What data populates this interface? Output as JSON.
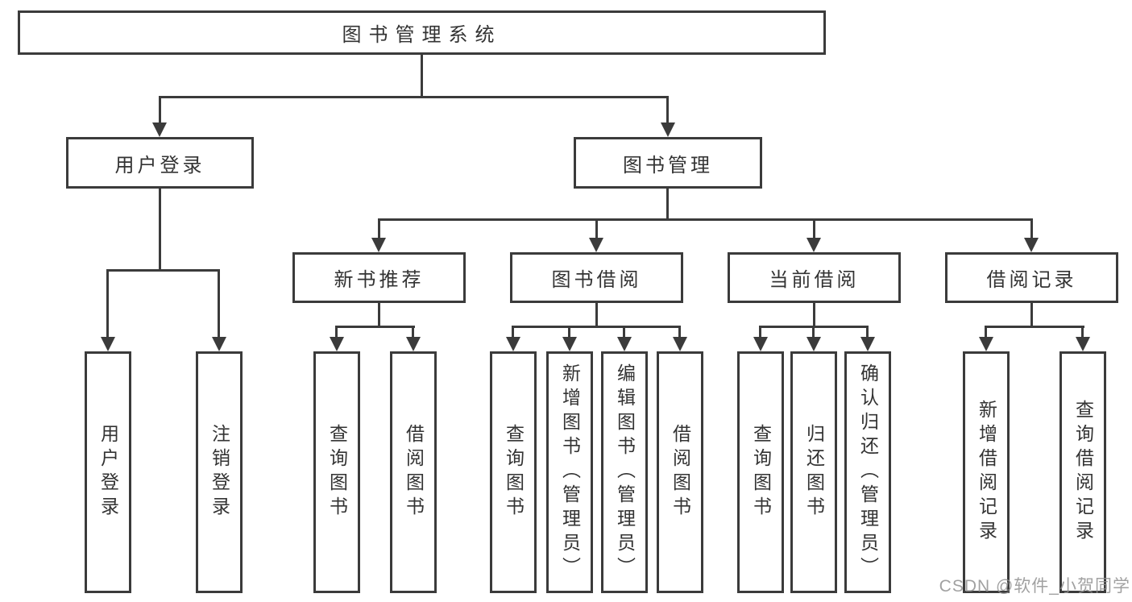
{
  "tree": {
    "label": "图书管理系统",
    "children": [
      {
        "label": "用户登录",
        "children": [
          {
            "label": "用户登录"
          },
          {
            "label": "注销登录"
          }
        ]
      },
      {
        "label": "图书管理",
        "children": [
          {
            "label": "新书推荐",
            "children": [
              {
                "label": "查询图书"
              },
              {
                "label": "借阅图书"
              }
            ]
          },
          {
            "label": "图书借阅",
            "children": [
              {
                "label": "查询图书"
              },
              {
                "label": "新增图书（管理员）"
              },
              {
                "label": "编辑图书（管理员）"
              },
              {
                "label": "借阅图书"
              }
            ]
          },
          {
            "label": "当前借阅",
            "children": [
              {
                "label": "查询图书"
              },
              {
                "label": "归还图书"
              },
              {
                "label": "确认归还（管理员）"
              }
            ]
          },
          {
            "label": "借阅记录",
            "children": [
              {
                "label": "新增借阅记录"
              },
              {
                "label": "查询借阅记录"
              }
            ]
          }
        ]
      }
    ]
  },
  "watermark": "CSDN @软件_小贺同学",
  "colors": {
    "line": "#3b3b3b",
    "text": "#333333",
    "watermark": "#919191",
    "background": "#ffffff"
  }
}
